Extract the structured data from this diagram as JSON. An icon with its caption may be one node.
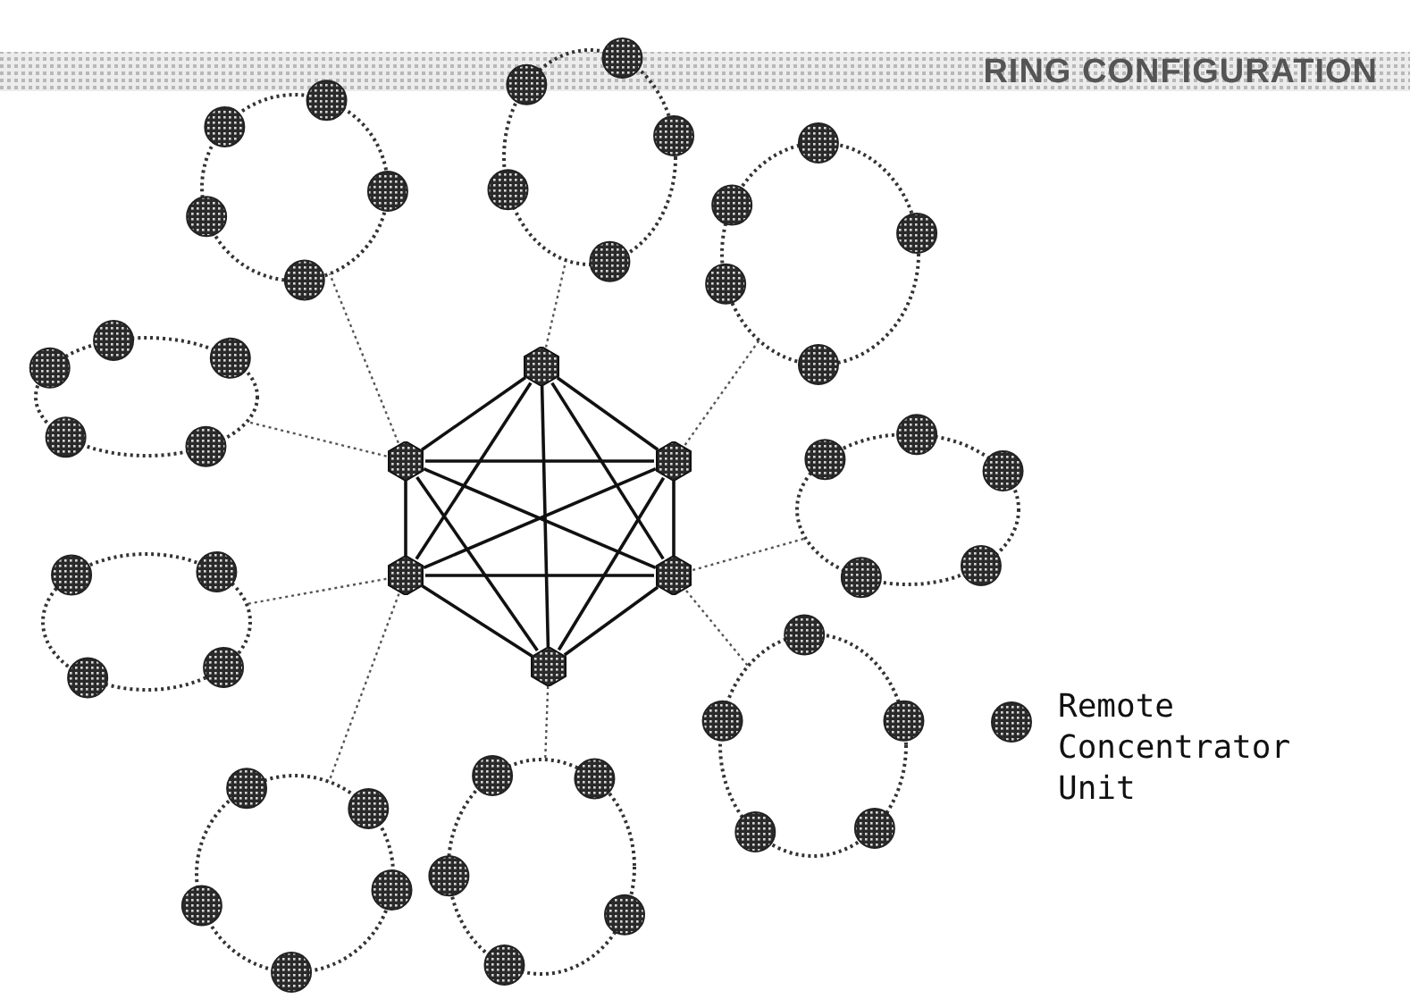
{
  "diagram": {
    "title": "RING CONFIGURATION",
    "nodes": [
      {
        "text": [],
        "shape": "hexagon"
      },
      {
        "text": [],
        "shape": "hexagon"
      },
      {
        "text": [],
        "shape": "hexagon"
      },
      {
        "text": [],
        "shape": "hexagon"
      },
      {
        "text": [],
        "shape": "hexagon"
      },
      {
        "text": [],
        "shape": "hexagon"
      },
      {
        "text": [],
        "shape": "ring"
      },
      {
        "text": [],
        "shape": "ring"
      },
      {
        "text": [],
        "shape": "ring"
      },
      {
        "text": [],
        "shape": "ring"
      },
      {
        "text": [],
        "shape": "ring"
      },
      {
        "text": [],
        "shape": "ring"
      },
      {
        "text": [],
        "shape": "ring"
      },
      {
        "text": [],
        "shape": "ring"
      },
      {
        "text": [],
        "shape": "ring"
      }
    ],
    "edges": [
      {
        "from": 0,
        "to": 1,
        "arrow": "none"
      },
      {
        "from": 0,
        "to": 2,
        "arrow": "none"
      },
      {
        "from": 0,
        "to": 3,
        "arrow": "none"
      },
      {
        "from": 0,
        "to": 4,
        "arrow": "none"
      },
      {
        "from": 0,
        "to": 5,
        "arrow": "none"
      },
      {
        "from": 1,
        "to": 2,
        "arrow": "none"
      },
      {
        "from": 1,
        "to": 3,
        "arrow": "none"
      },
      {
        "from": 1,
        "to": 4,
        "arrow": "none"
      },
      {
        "from": 1,
        "to": 5,
        "arrow": "none"
      },
      {
        "from": 2,
        "to": 3,
        "arrow": "none"
      },
      {
        "from": 2,
        "to": 4,
        "arrow": "none"
      },
      {
        "from": 2,
        "to": 5,
        "arrow": "none"
      },
      {
        "from": 3,
        "to": 4,
        "arrow": "none"
      },
      {
        "from": 3,
        "to": 5,
        "arrow": "none"
      },
      {
        "from": 4,
        "to": 5,
        "arrow": "none"
      },
      {
        "from": 0,
        "to": 6,
        "arrow": "none",
        "style": "dashed"
      },
      {
        "from": 1,
        "to": 7,
        "arrow": "none",
        "style": "dashed"
      },
      {
        "from": 2,
        "to": 8,
        "arrow": "none",
        "style": "dashed"
      },
      {
        "from": 1,
        "to": 9,
        "arrow": "none",
        "style": "dashed"
      },
      {
        "from": 4,
        "to": 10,
        "arrow": "none",
        "style": "dashed"
      },
      {
        "from": 3,
        "to": 11,
        "arrow": "none",
        "style": "dashed"
      },
      {
        "from": 4,
        "to": 12,
        "arrow": "none",
        "style": "dashed"
      },
      {
        "from": 3,
        "to": 13,
        "arrow": "none",
        "style": "dashed"
      },
      {
        "from": 5,
        "to": 14,
        "arrow": "none",
        "style": "dashed"
      }
    ],
    "legend": [
      {
        "text": "Remote Concentrator Unit"
      }
    ]
  }
}
